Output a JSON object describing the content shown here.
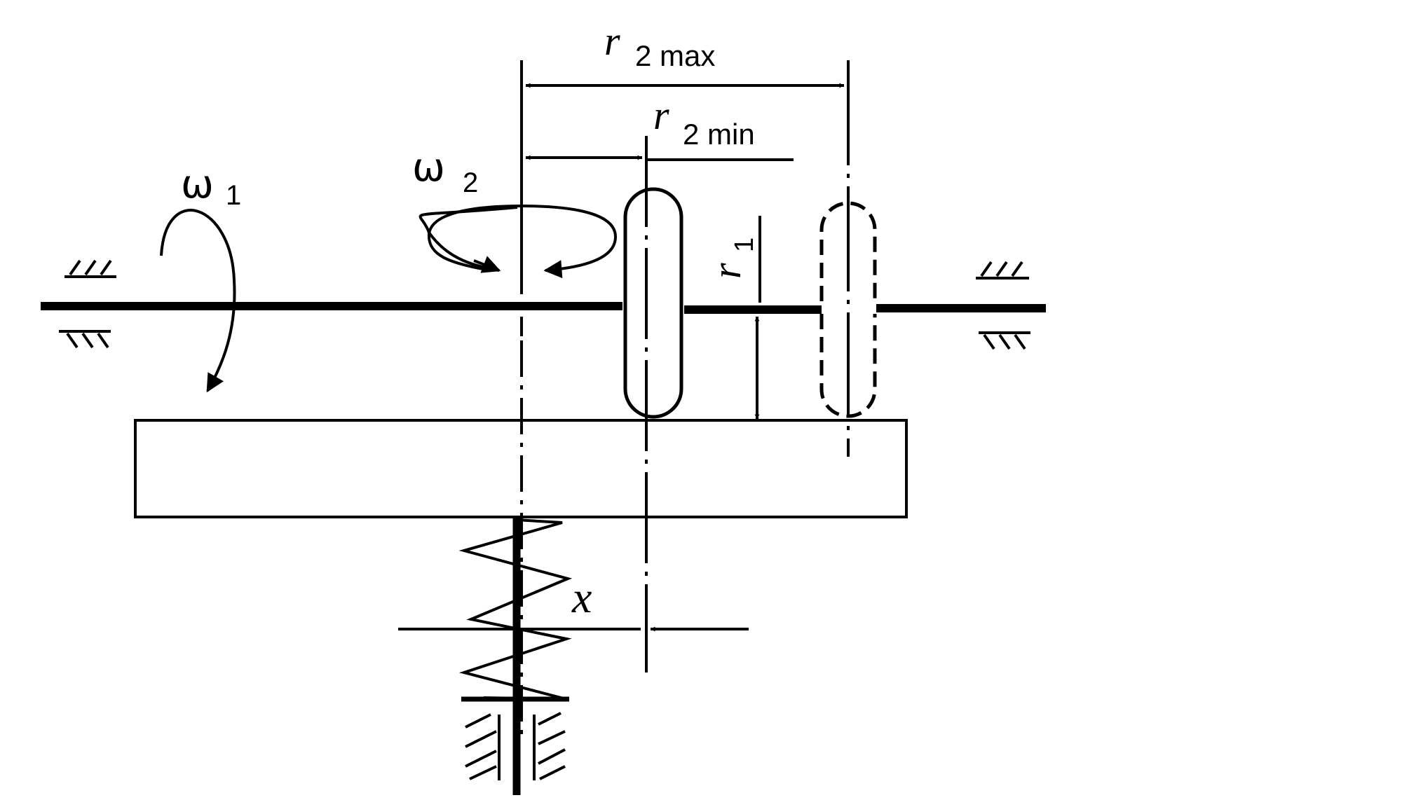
{
  "labels": {
    "omega1_sym": "ω",
    "omega1_sub": "1",
    "omega2_sym": "ω",
    "omega2_sub": "2",
    "r2max_sym": "r",
    "r2max_sub": "2 max",
    "r2min_sym": "r",
    "r2min_sub": "2 min",
    "r1_sym": "r",
    "r1_sub": "1",
    "x": "x"
  },
  "colors": {
    "ink": "#000000",
    "background": "#ffffff"
  }
}
